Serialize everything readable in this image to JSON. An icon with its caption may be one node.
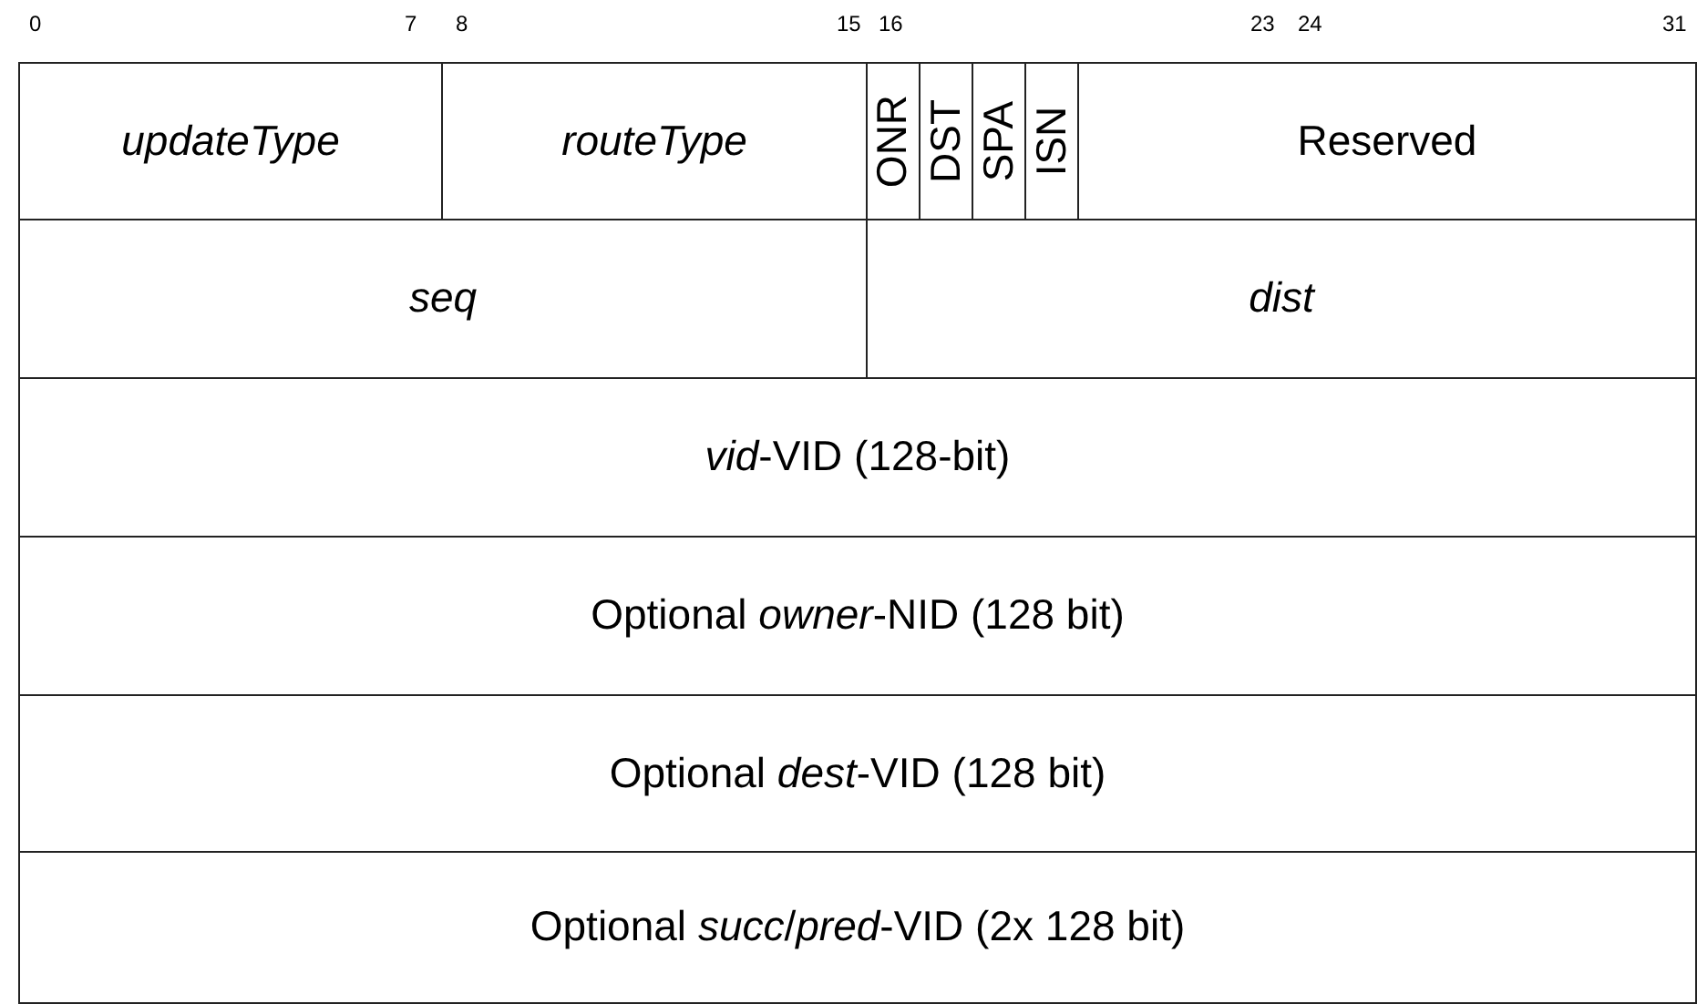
{
  "diagram": {
    "nodes": [
      {
        "text": [
          "updateType"
        ]
      },
      {
        "text": [
          "routeType"
        ]
      },
      {
        "text": [
          "ONR"
        ]
      },
      {
        "text": [
          "DST"
        ]
      },
      {
        "text": [
          "SPA"
        ]
      },
      {
        "text": [
          "ISN"
        ]
      },
      {
        "text": [
          "Reserved"
        ]
      },
      {
        "text": [
          "seq"
        ]
      },
      {
        "text": [
          "dist"
        ]
      },
      {
        "text": [
          "*vid*-VID (128-bit)"
        ]
      },
      {
        "text": [
          "Optional *owner*-NID (128 bit)"
        ]
      },
      {
        "text": [
          "Optional *dest*-VID (128 bit)"
        ]
      },
      {
        "text": [
          "Optional *succ*/*pred*-VID (2x 128 bit)"
        ]
      }
    ],
    "labels": [
      "0",
      "7",
      "8",
      "15",
      "16",
      "23",
      "24",
      "31"
    ]
  }
}
